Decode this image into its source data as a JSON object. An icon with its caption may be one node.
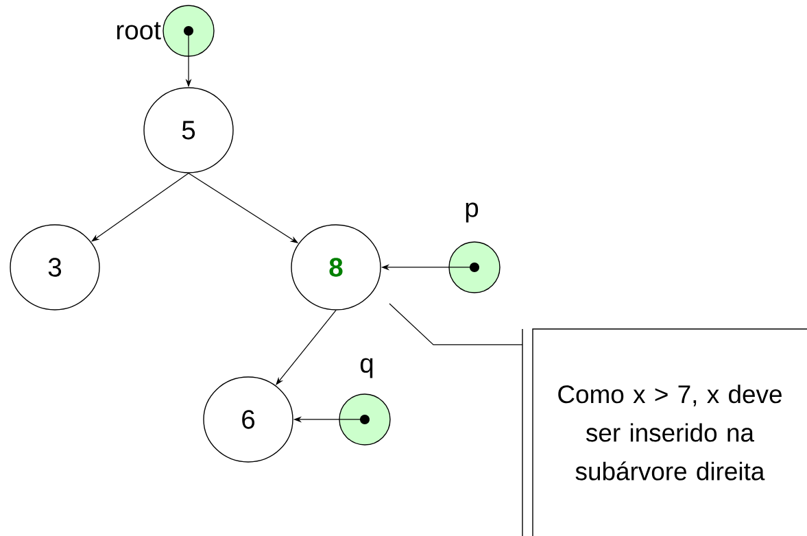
{
  "diagram": {
    "nodes": [
      {
        "text": [],
        "shape": "circle",
        "beside": [
          "root"
        ]
      },
      {
        "text": [
          "5"
        ]
      },
      {
        "text": [
          "3"
        ]
      },
      {
        "text": [
          "8"
        ]
      },
      {
        "text": [],
        "shape": "circle",
        "beside": [
          "p"
        ]
      },
      {
        "text": [
          "6"
        ]
      },
      {
        "text": [],
        "shape": "circle",
        "beside": [
          "q"
        ]
      },
      {
        "text": [
          "Como x > 7, x deve ser inserido na subárvore direita"
        ]
      }
    ],
    "edges": [
      {
        "from": 0,
        "to": 1,
        "arrow": "to"
      },
      {
        "from": 1,
        "to": 2,
        "arrow": "to"
      },
      {
        "from": 1,
        "to": 3,
        "arrow": "to"
      },
      {
        "from": 4,
        "to": 3,
        "arrow": "to"
      },
      {
        "from": 3,
        "to": 5,
        "arrow": "to"
      },
      {
        "from": 6,
        "to": 5,
        "arrow": "to"
      },
      {
        "from": 7,
        "to": 3,
        "arrow": "none"
      }
    ]
  }
}
